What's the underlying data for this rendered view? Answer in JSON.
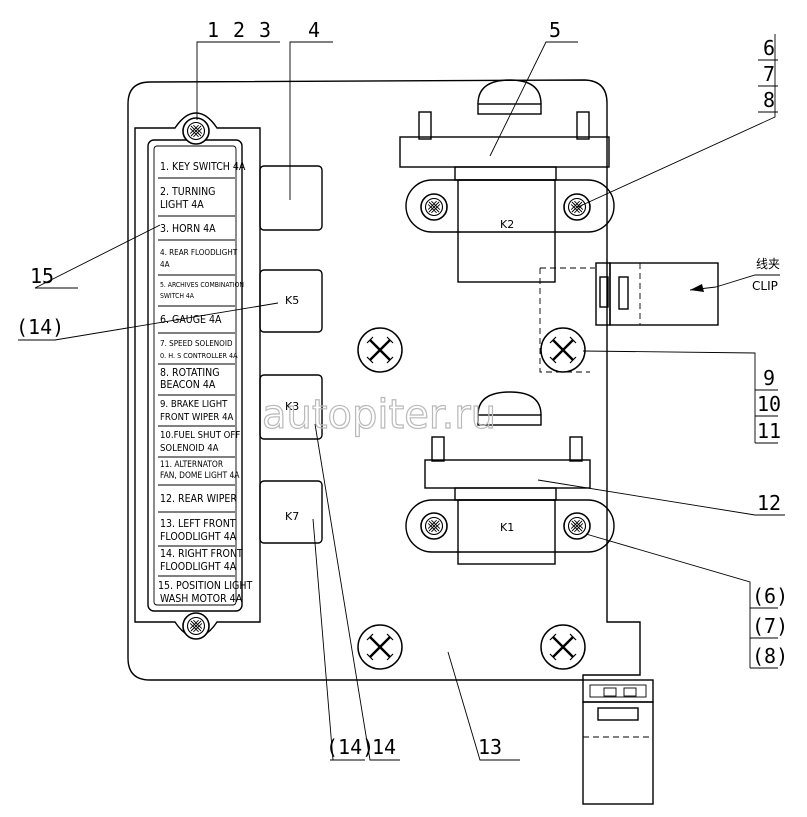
{
  "callouts": {
    "c1": "1",
    "c2": "2",
    "c3": "3",
    "c4": "4",
    "c5": "5",
    "c6": "6",
    "c7": "7",
    "c8": "8",
    "c9": "9",
    "c10": "10",
    "c11": "11",
    "c12": "12",
    "c13": "13",
    "c14": "14",
    "c15": "15",
    "c14p_left": "(14)",
    "c14p_bottom": "(14)",
    "c6p": "(6)",
    "c7p": "(7)",
    "c8p": "(8)"
  },
  "relays": {
    "k1": "K1",
    "k2": "K2",
    "k3": "K3",
    "k5": "K5",
    "k7": "K7"
  },
  "clip": {
    "zh": "线夹",
    "en": "CLIP"
  },
  "fuses": {
    "f1": "1. KEY SWITCH  4A",
    "f2a": "2.  TURNING",
    "f2b": "LIGHT  4A",
    "f3": "3. HORN  4A",
    "f4a": "4. REAR FLOODLIGHT",
    "f4b": "4A",
    "f5a": "5. ARCHIVES COMBINATION",
    "f5b": "SWITCH 4A",
    "f6": "6.  GAUGE  4A",
    "f7a": "7. SPEED SOLENOID",
    "f7b": "0. H. S CONTROLLER 4A",
    "f8a": "8.  ROTATING",
    "f8b": "BEACON  4A",
    "f9a": "9.  BRAKE LIGHT",
    "f9b": "FRONT WIPER  4A",
    "f10a": "10.FUEL SHUT OFF",
    "f10b": "SOLENOID     4A",
    "f11a": "11. ALTERNATOR",
    "f11b": "FAN, DOME LIGHT  4A",
    "f12": "12.  REAR WIPER",
    "f13a": "13. LEFT FRONT",
    "f13b": "FLOODLIGHT  4A",
    "f14a": "14.  RIGHT FRONT",
    "f14b": "FLOODLIGHT  4A",
    "f15a": "15. POSITION LIGHT",
    "f15b": "WASH MOTOR  4A"
  },
  "watermark": "autopiter.ru"
}
